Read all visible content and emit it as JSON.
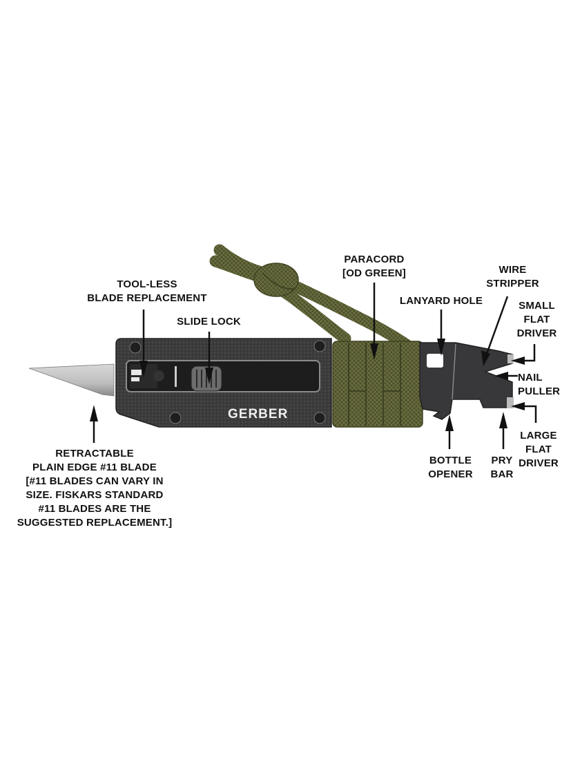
{
  "diagram": {
    "subject": "Gerber multi-tool utility knife",
    "brand_mark": "GERBER",
    "colors": {
      "handle": "#3a393a",
      "cord": "#5e6236",
      "blade": "#c9c9c9",
      "text": "#111111",
      "background": "#ffffff"
    },
    "labels": {
      "tool_less": [
        "TOOL-LESS",
        "BLADE REPLACEMENT"
      ],
      "slide_lock": [
        "SLIDE LOCK"
      ],
      "paracord": [
        "PARACORD",
        "[OD GREEN]"
      ],
      "lanyard_hole": [
        "LANYARD HOLE"
      ],
      "wire_stripper": [
        "WIRE",
        "STRIPPER"
      ],
      "small_flat_driver": [
        "SMALL",
        "FLAT",
        "DRIVER"
      ],
      "nail_puller": [
        "NAIL",
        "PULLER"
      ],
      "large_flat_driver": [
        "LARGE",
        "FLAT",
        "DRIVER"
      ],
      "pry_bar": [
        "PRY",
        "BAR"
      ],
      "bottle_opener": [
        "BOTTLE",
        "OPENER"
      ],
      "blade": [
        "RETRACTABLE",
        "PLAIN EDGE #11 BLADE",
        "[#11 BLADES CAN VARY IN",
        "SIZE. FISKARS STANDARD",
        "#11 BLADES ARE THE",
        "SUGGESTED REPLACEMENT.]"
      ]
    }
  }
}
